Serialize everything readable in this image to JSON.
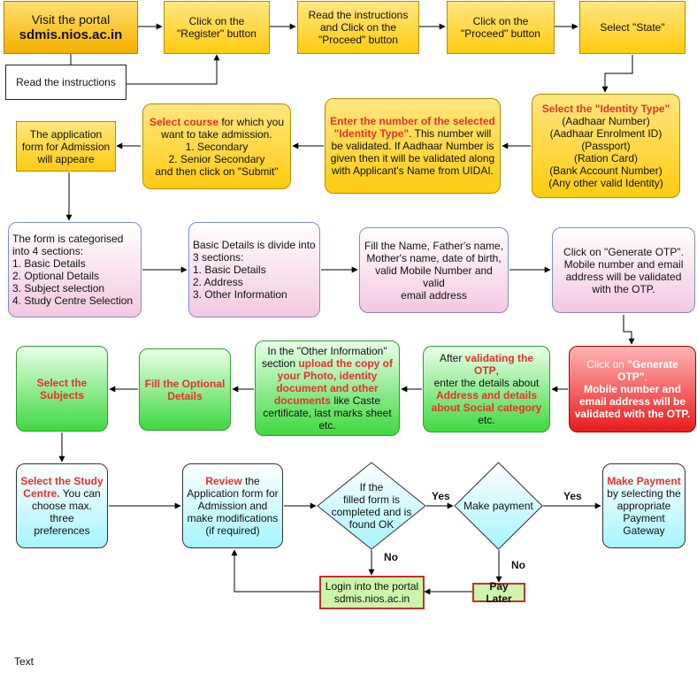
{
  "nodes": {
    "visit": {
      "l1": "Visit the portal",
      "l2": "sdmis.nios.ac.in"
    },
    "read_instr": {
      "text": "Read the instructions"
    },
    "click_register": {
      "l1": "Click on the",
      "l2": "\"Register\" button"
    },
    "read_proceed": {
      "l1": "Read the instructions",
      "l2": "and Click on the",
      "l3": "\"Proceed\" button"
    },
    "click_proceed": {
      "l1": "Click on the",
      "l2": "\"Proceed\" button"
    },
    "select_state": {
      "text": "Select \"State\""
    },
    "identity": {
      "title": "Select the \"Identity Type\"",
      "items": [
        "(Aadhaar Number)",
        "(Aadhaar Enrolment ID)",
        "(Passport)",
        "(Ration Card)",
        "(Bank Account Number)",
        "(Any other valid Identity)"
      ]
    },
    "enter_number": {
      "hl1": "Enter the number of the selected",
      "hl2": "\"Identity Type\"",
      "t2": ". This number will",
      "t3": "be validated. If Aadhaar Number is",
      "t4": "given then it will be validated along",
      "t5": "with Applicant's Name from UIDAI."
    },
    "select_course": {
      "hl": "Select course",
      "t1": " for which you",
      "t2": "want to take admission.",
      "t3": "1. Secondary",
      "t4": "2. Senior Secondary",
      "t5": "and then click on \"Submit\""
    },
    "app_form": {
      "l1": "The application",
      "l2": "form for Admission",
      "l3": "will appeare"
    },
    "categorised": {
      "l1": "The form is categorised",
      "l2": "into 4 sections:",
      "items": [
        "1. Basic Details",
        "2. Optional Details",
        "3. Subject selection",
        "4. Study Centre Selection"
      ]
    },
    "basic_details": {
      "l1": "Basic Details is divide into",
      "l2": "3 sections:",
      "items": [
        "1. Basic Details",
        "2. Address",
        "3. Other Information"
      ]
    },
    "fill_name": {
      "l1": "Fill the Name, Father's name,",
      "l2": "Mother's name, date of birth,",
      "l3": "valid Mobile Number and valid",
      "l4": "email address"
    },
    "gen_otp1": {
      "l1": "Click on \"Generate OTP\".",
      "l2": "Mobile number and email",
      "l3": "address will be validated",
      "l4": "with the OTP."
    },
    "gen_otp2": {
      "t1": "Click on ",
      "b1": "\"Generate OTP\"",
      "t1b": ".",
      "b2": "Mobile number and",
      "b3": "email address will be",
      "b4": "validated with the OTP."
    },
    "after_validating": {
      "t1": "After ",
      "hl1": "validating the OTP",
      "t1b": ",",
      "t2": "enter the details about",
      "hl2": "Address and details",
      "hl3": "about Social category",
      "t4": "etc."
    },
    "other_info": {
      "t1": "In the \"Other Information\"",
      "t2": "section ",
      "hl2": "upload the copy of",
      "hl3": "your Photo, identity",
      "hl4": "document and other",
      "hl5": "documents",
      "t5": " like Caste",
      "t6": "certificate, last marks sheet",
      "t7": "etc."
    },
    "fill_optional": {
      "l1": "Fill the Optional",
      "l2": "Details"
    },
    "select_subjects": {
      "l1": "Select the",
      "l2": "Subjects"
    },
    "study_centre": {
      "hl1": "Select the Study",
      "hl2": "Centre.",
      "t2": " You can",
      "t3": "choose max. three",
      "t4": "preferences"
    },
    "review": {
      "hl": "Review",
      "t1": " the",
      "t2": "Application form for",
      "t3": "Admission and",
      "t4": "make modifications",
      "t5": "(if required)"
    },
    "form_ok": {
      "l1": "If the",
      "l2": "filled form is",
      "l3": "completed and is",
      "l4": "found OK"
    },
    "make_payment_dec": {
      "text": "Make payment"
    },
    "make_payment": {
      "hl": "Make Payment",
      "t1": "by selecting the",
      "t2": "appropriate",
      "t3": "Payment",
      "t4": "Gateway"
    },
    "login": {
      "l1": "Login into the portal",
      "l2": "sdmis.nios.ac.in"
    },
    "pay_later": {
      "text": "Pay Later"
    }
  },
  "edge_labels": {
    "yes1": "Yes",
    "yes2": "Yes",
    "no1": "No",
    "no2": "No"
  },
  "footer_text": "Text"
}
